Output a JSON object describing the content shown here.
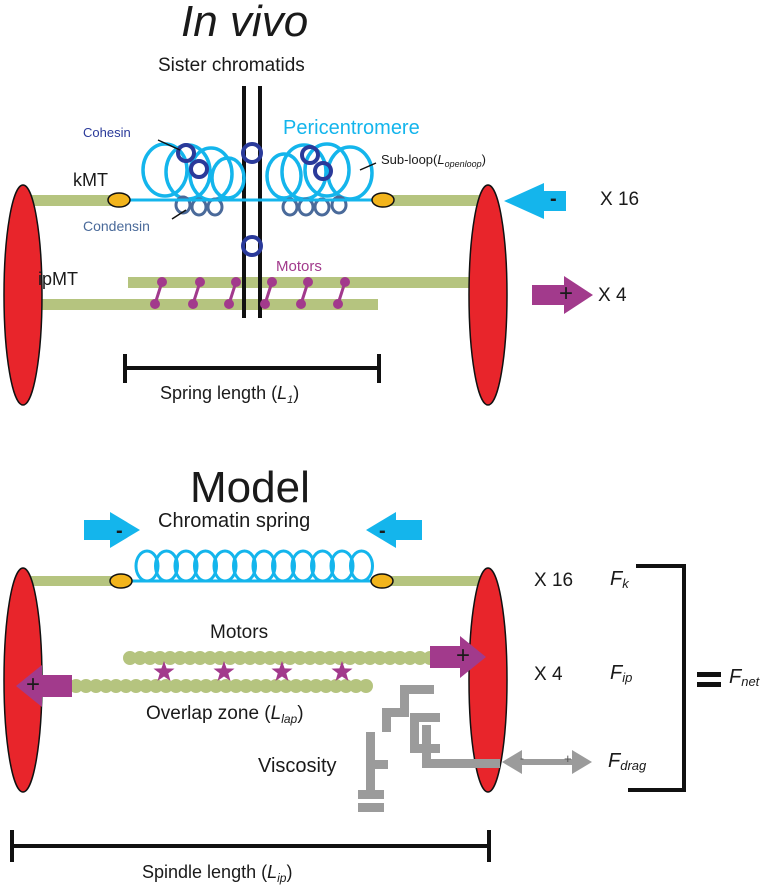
{
  "in_vivo": {
    "title": "In vivo",
    "sister_chromatids": "Sister chromatids",
    "pericentromere": "Pericentromere",
    "cohesin": "Cohesin",
    "condensin": "Condensin",
    "subloop_label": "Sub-loop(",
    "subloop_symbol": "L",
    "subloop_subscript": "openloop",
    "subloop_close": ")",
    "kmt": "kMT",
    "ipmt": "ipMT",
    "motors": "Motors",
    "kmt_count": "X 16",
    "ipmt_count": "X 4",
    "minus_sign": "-",
    "plus_sign": "+",
    "spring_length_label": "Spring length (",
    "spring_length_symbol": "L",
    "spring_length_subscript": "1",
    "spring_length_close": ")"
  },
  "model": {
    "title": "Model",
    "chromatin_spring": "Chromatin spring",
    "motors": "Motors",
    "overlap_label": "Overlap zone (",
    "overlap_symbol": "L",
    "overlap_subscript": "lap",
    "overlap_close": ")",
    "viscosity": "Viscosity",
    "kmt_count": "X 16",
    "ipmt_count": "X 4",
    "minus_sign": "-",
    "plus_sign": "+",
    "fk_symbol": "F",
    "fk_subscript": "k",
    "fip_symbol": "F",
    "fip_subscript": "ip",
    "fdrag_symbol": "F",
    "fdrag_subscript": "drag",
    "equals_sign": "=",
    "fnet_symbol": "F",
    "fnet_subscript": "net",
    "spindle_length_label": "Spindle length (",
    "spindle_length_symbol": "L",
    "spindle_length_subscript": "ip",
    "spindle_length_close": ")"
  },
  "colors": {
    "pole": "#e8252b",
    "microtubule": "#b5c47f",
    "chromatin": "#14b5ec",
    "cohesin": "#2a3a9a",
    "condensin": "#4a6a9a",
    "motor": "#a23a8c",
    "kinetochore": "#f2b41c",
    "viscosity": "#9b9b9b"
  }
}
